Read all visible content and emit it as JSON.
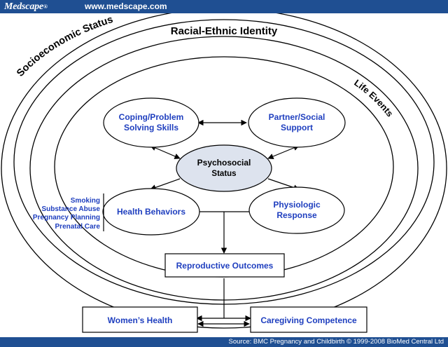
{
  "header": {
    "brand": "Medscape",
    "brand_mark": "®",
    "url": "www.medscape.com"
  },
  "diagram": {
    "ring_labels": {
      "socioeconomic": "Socioeconomic Status",
      "racial_ethnic": "Racial-Ethnic Identity",
      "life_events": "Life Events"
    },
    "nodes": {
      "coping": [
        "Coping/Problem",
        "Solving Skills"
      ],
      "partner": [
        "Partner/Social",
        "Support"
      ],
      "psychosocial": [
        "Psychosocial",
        "Status"
      ],
      "health_behaviors": "Health Behaviors",
      "physiologic": [
        "Physiologic",
        "Response"
      ],
      "reproductive": "Reproductive Outcomes",
      "womens_health": "Women’s Health",
      "caregiving": "Caregiving Competence"
    },
    "behavior_list": [
      "Smoking",
      "Substance Abuse",
      "Pregnancy Planning",
      "Prenatal Care"
    ]
  },
  "footer": {
    "source": "Source: BMC Pregnancy and Childbirth © 1999-2008 BioMed Central Ltd"
  },
  "colors": {
    "bar": "#1f4f92",
    "node_text": "#1f3fbf",
    "psychosocial_fill": "#dde3ee"
  }
}
